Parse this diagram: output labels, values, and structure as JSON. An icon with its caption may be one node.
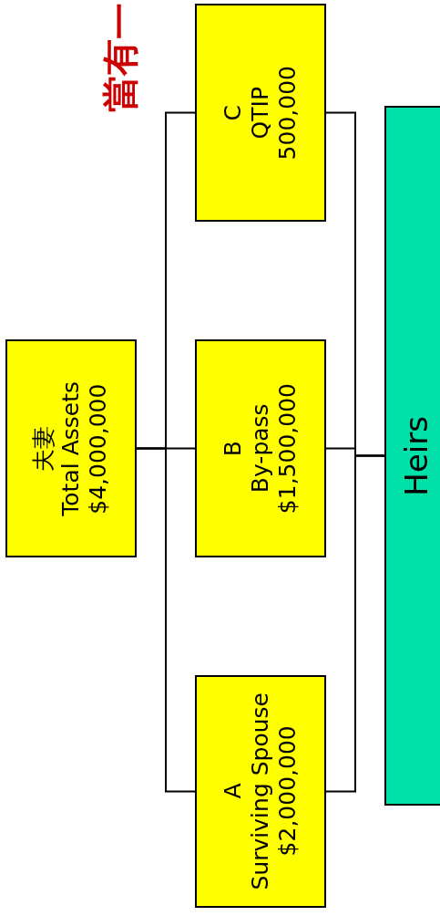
{
  "diagram": {
    "title": "當有一",
    "nodes": [
      {
        "text": [
          "夫妻",
          "Total Assets",
          "$4,000,000"
        ]
      },
      {
        "text": [
          "C",
          "QTIP",
          "500,000"
        ]
      },
      {
        "text": [
          "B",
          "By-pass",
          "$1,500,000"
        ]
      },
      {
        "text": [
          "A",
          "Surviving Spouse",
          "$2,000,000"
        ]
      },
      {
        "text": [
          "Heirs"
        ]
      }
    ],
    "edges": [
      {
        "from": 0,
        "to": 1,
        "arrow": "none"
      },
      {
        "from": 0,
        "to": 2,
        "arrow": "none"
      },
      {
        "from": 0,
        "to": 3,
        "arrow": "none"
      },
      {
        "from": 1,
        "to": 4,
        "arrow": "none"
      },
      {
        "from": 2,
        "to": 4,
        "arrow": "none"
      },
      {
        "from": 3,
        "to": 4,
        "arrow": "none"
      }
    ]
  }
}
